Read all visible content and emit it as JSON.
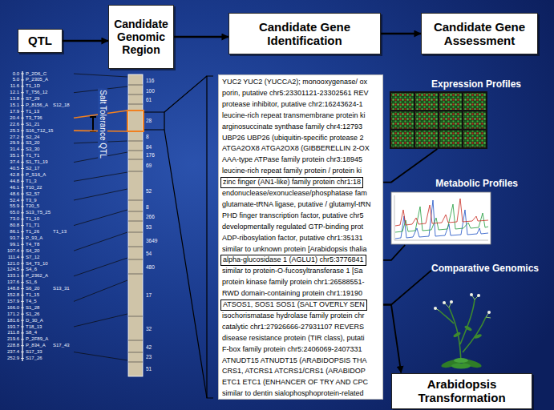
{
  "diagram": {
    "nodes": [
      {
        "text": [
          "QTL"
        ]
      },
      {
        "text": [
          "Candidate Genomic Region"
        ]
      },
      {
        "text": [
          "Candidate Gene Identification"
        ]
      },
      {
        "text": [
          "Candidate Gene Assessment"
        ]
      },
      {
        "text": [
          "YUC2 YUC2 (YUCCA2); monooxygenase/ ox",
          "porin, putative chr5:23301121-23302561 REV",
          "protease inhibitor, putative chr2:16243624-1",
          "leucine-rich repeat transmembrane protein ki",
          "arginosuccinate synthase family chr4:12793",
          "UBP26 UBP26 (ubiquitin-specific protease 2",
          "ATGA2OX8 ATGA2OX8 (GIBBERELLIN 2-OX",
          "AAA-type ATPase family protein chr3:18945",
          "leucine-rich repeat family protein / protein ki",
          "endonuclease/exonuclease/phosphatase fam",
          "glutamate-tRNA ligase, putative / glutamyl-tRN",
          "PHD finger transcription factor, putative chr5",
          "developmentally regulated GTP-binding prot",
          "ADP-ribosylation factor, putative chr1:35131",
          "similar to unknown protein [Arabidopsis thalia",
          "similar to protein-O-fucosyltransferase 1 [Sa",
          "protein kinase family protein chr1:26588551-",
          "RWD domain-containing protein chr1:19190",
          "isochorismatase hydrolase family protein chr",
          "catalytic chr1:27926666-27931107 REVERS",
          "disease resistance protein (TIR class), putati",
          "F-box family protein chr5:2406069-2407331",
          "ATNUDT15 ATNUDT15 (ARABIDOPSIS THA",
          "CRS1, ATCRS1 ATCRS1/CRS1 (ARABIDOP",
          "ETC1 ETC1 (ENHANCER OF TRY AND CPC",
          "similar to dentin sialophosphoprotein-related"
        ]
      },
      {
        "text": [
          "zinc finger (AN1-like) family protein chr1:18"
        ],
        "in": 4
      },
      {
        "text": [
          "alpha-glucosidase 1 (AGLU1) chr5:3776841"
        ],
        "in": 4
      },
      {
        "text": [
          "ATSOS1, SOS1 SOS1 (SALT OVERLY SEN"
        ],
        "in": 4
      },
      {
        "text": [
          "Expression Profiles"
        ]
      },
      {
        "text": [
          "Metabolic Profiles"
        ]
      },
      {
        "text": [
          "Comparative Genomics"
        ]
      },
      {
        "text": [
          "Arabidopsis Transformation"
        ]
      }
    ],
    "edges": [
      {
        "from": 0,
        "to": 1,
        "arrow": "to"
      },
      {
        "from": 1,
        "to": 2,
        "arrow": "to"
      },
      {
        "from": 2,
        "to": 3,
        "arrow": "to"
      },
      {
        "from": 8,
        "to": 5,
        "arrow": "to"
      },
      {
        "from": 9,
        "to": 6,
        "arrow": "to"
      },
      {
        "from": 10,
        "to": 7,
        "arrow": "to"
      },
      {
        "from": 7,
        "to": 11,
        "arrow": "to"
      }
    ],
    "labels": [
      "Salt Tolerance QTL",
      "0.0",
      "P_2D6_C",
      "5.0",
      "P_2305_A",
      "11.6",
      "T1_1D",
      "12.1",
      "T_T56_12",
      "13.8",
      "S7_29",
      "15.1",
      "P_8156_A",
      "S12_18",
      "17.9",
      "T1_13",
      "20.4",
      "T3_T36",
      "22.6",
      "S1_21",
      "25.3",
      "S16_T12_15",
      "27.2",
      "S2_24",
      "29.9",
      "S3_20",
      "31.4",
      "S3_30",
      "35.1",
      "T1_T1",
      "37.4",
      "S1_T1_19",
      "40.5",
      "S2_17",
      "42.8",
      "P_S16_A",
      "44.8",
      "T1_3",
      "46.1",
      "T10_22",
      "48.6",
      "S2_57",
      "52.4",
      "T3_9",
      "55.9",
      "T20_5",
      "65.0",
      "S13_T5_25",
      "73.0",
      "T1_10",
      "80.8",
      "T1_T1",
      "86.1",
      "T1_26",
      "T1_13",
      "93.7",
      "P_93_A",
      "99.1",
      "T4_T8",
      "107.4",
      "S4_20",
      "111.4",
      "S7_12",
      "121.0",
      "S4_T3_10",
      "124.5",
      "S4_6",
      "133.1",
      "P_2362_A",
      "137.6",
      "S1_6",
      "148.8",
      "S6_20",
      "S13_31",
      "152.8",
      "T1_15",
      "157.9",
      "T4_5",
      "166.0",
      "S1_28",
      "171.2",
      "S1_26",
      "181.6",
      "D_30_A",
      "193.7",
      "T18_13",
      "211.8",
      "S8_4",
      "219.6",
      "P_2F89_A",
      "228.8",
      "P_834_A",
      "S17_43",
      "237.4",
      "S17_33",
      "252.9",
      "S17_26",
      "116",
      "100",
      "61",
      "28",
      "8",
      "84",
      "176",
      "69",
      "52",
      "8",
      "266",
      "53",
      "3649",
      "54",
      "480",
      "17",
      "32",
      "42",
      "23",
      "51"
    ]
  }
}
